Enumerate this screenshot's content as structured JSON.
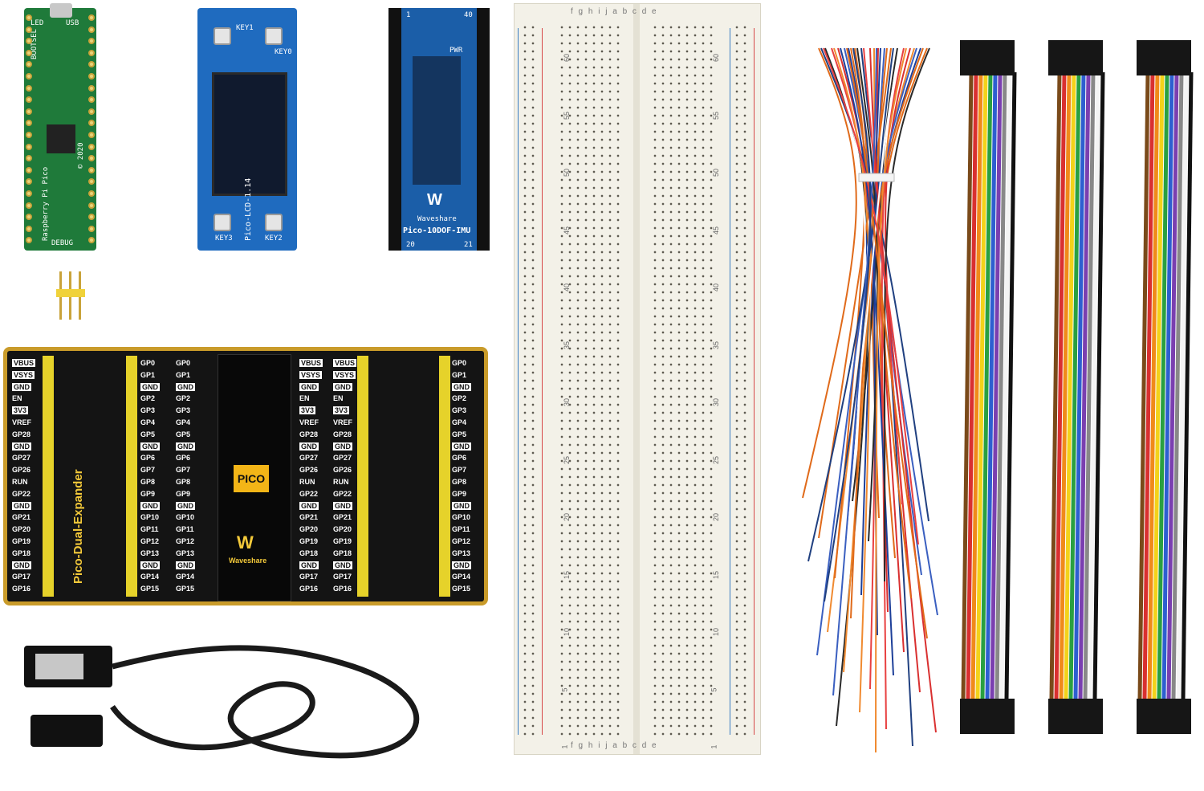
{
  "pico": {
    "labels": [
      "LED",
      "USB",
      "BOOTSEL",
      "Raspberry Pi Pico",
      "© 2020",
      "DEBUG"
    ]
  },
  "lcd": {
    "keys": [
      "KEY1",
      "KEY0",
      "KEY3",
      "KEY2"
    ],
    "model": "Pico-LCD-1.14"
  },
  "imu": {
    "pins_top": [
      "1",
      "40"
    ],
    "pins_bottom": [
      "20",
      "21"
    ],
    "pwr": "PWR",
    "brand": "Waveshare",
    "model": "Pico-10DOF-IMU"
  },
  "expander": {
    "title": "Pico-Dual-Expander",
    "pico_tag": "PICO",
    "brand": "Waveshare",
    "left_pins": [
      "VBUS",
      "VSYS",
      "GND",
      "EN",
      "3V3",
      "VREF",
      "GP28",
      "GND",
      "GP27",
      "GP26",
      "RUN",
      "GP22",
      "GND",
      "GP21",
      "GP20",
      "GP19",
      "GP18",
      "GND",
      "GP17",
      "GP16"
    ],
    "right_pins": [
      "GP0",
      "GP1",
      "GND",
      "GP2",
      "GP3",
      "GP4",
      "GP5",
      "GND",
      "GP6",
      "GP7",
      "GP8",
      "GP9",
      "GND",
      "GP10",
      "GP11",
      "GP12",
      "GP13",
      "GND",
      "GP14",
      "GP15"
    ]
  },
  "breadboard": {
    "cols_top": "f g h i j  a b c d e",
    "cols_bottom": "f g h i j  a b c d e",
    "row_numbers": [
      "60",
      "55",
      "50",
      "45",
      "40",
      "35",
      "30",
      "25",
      "20",
      "15",
      "10",
      "5",
      "1"
    ]
  },
  "colors": {
    "pico_green": "#1f7a3a",
    "lcd_blue": "#1f6bbf",
    "imu_blue": "#1b5ea8",
    "expander_gold": "#c99b2a",
    "pin_yellow": "#e6d22a"
  }
}
